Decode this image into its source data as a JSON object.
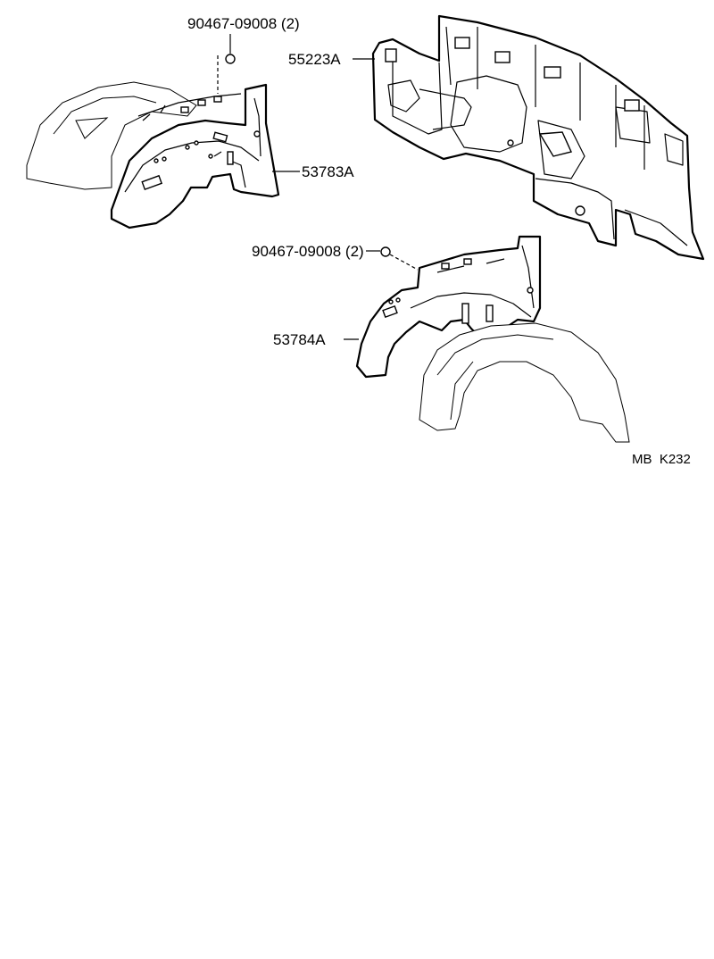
{
  "parts": {
    "clip_top": "90467-09008 (2)",
    "liner_front": "53783A",
    "silencer_dash": "55223A",
    "clip_mid": "90467-09008 (2)",
    "liner_rear": "53784A"
  },
  "diagram_code": "MB  K232"
}
